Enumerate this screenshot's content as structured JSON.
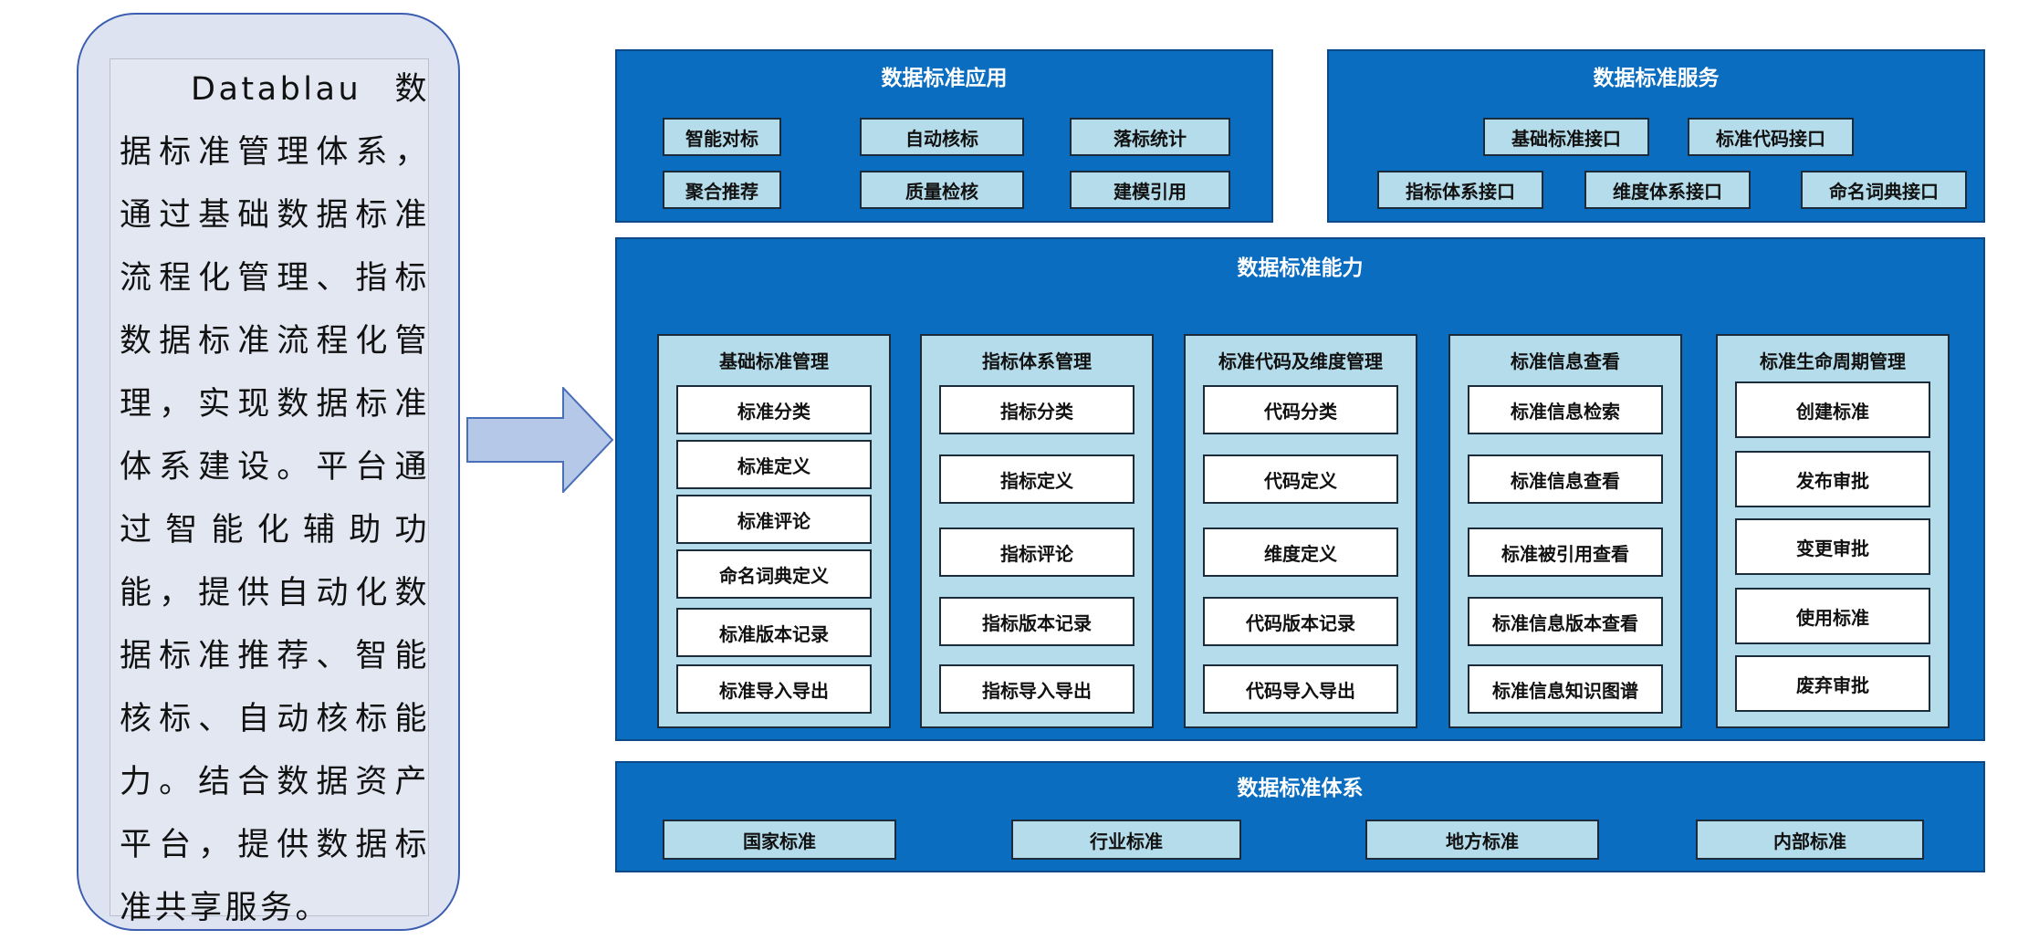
{
  "description": "Datablau 数据标准管理体系，通过基础数据标准流程化管理、指标数据标准流程化管理，实现数据标准体系建设。平台通过智能化辅助功能，提供自动化数据标准推荐、智能核标、自动核标能力。结合数据资产平台，提供数据标准共享服务。",
  "application": {
    "title": "数据标准应用",
    "items": [
      "智能对标",
      "自动核标",
      "落标统计",
      "聚合推荐",
      "质量检核",
      "建模引用"
    ]
  },
  "service": {
    "title": "数据标准服务",
    "items": [
      "基础标准接口",
      "标准代码接口",
      "指标体系接口",
      "维度体系接口",
      "命名词典接口"
    ]
  },
  "capability": {
    "title": "数据标准能力",
    "columns": [
      {
        "title": "基础标准管理",
        "items": [
          "标准分类",
          "标准定义",
          "标准评论",
          "命名词典定义",
          "标准版本记录",
          "标准导入导出"
        ]
      },
      {
        "title": "指标体系管理",
        "items": [
          "指标分类",
          "指标定义",
          "指标评论",
          "指标版本记录",
          "指标导入导出"
        ]
      },
      {
        "title": "标准代码及维度管理",
        "items": [
          "代码分类",
          "代码定义",
          "维度定义",
          "代码版本记录",
          "代码导入导出"
        ]
      },
      {
        "title": "标准信息查看",
        "items": [
          "标准信息检索",
          "标准信息查看",
          "标准被引用查看",
          "标准信息版本查看",
          "标准信息知识图谱"
        ]
      },
      {
        "title": "标准生命周期管理",
        "items": [
          "创建标准",
          "发布审批",
          "变更审批",
          "使用标准",
          "废弃审批"
        ]
      }
    ]
  },
  "system": {
    "title": "数据标准体系",
    "items": [
      "国家标准",
      "行业标准",
      "地方标准",
      "内部标准"
    ]
  },
  "colors": {
    "panel_blue": "#0a6dbf",
    "box_light_blue": "#b5dcea",
    "card_bg": "#dde3f1",
    "arrow_fill": "#b6c8e8"
  }
}
